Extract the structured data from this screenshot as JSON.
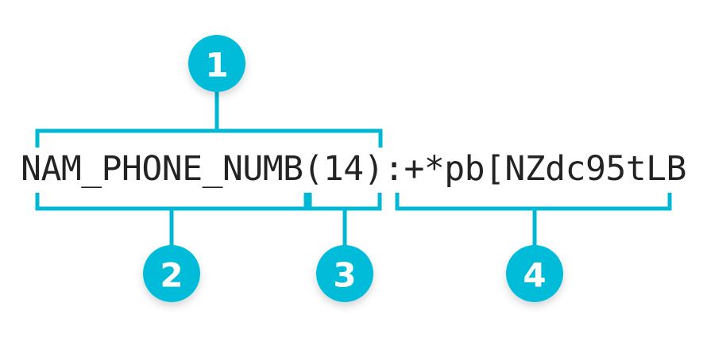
{
  "diagram": {
    "title_text": "NAM_PHONE_NUMB(14):+*pb[NZdc95tLB",
    "colors": {
      "accent": "#00bcd9",
      "bracket": "#00b8d4",
      "text": "#232323",
      "background": "#ffffff",
      "badge_label": "#ffffff"
    },
    "segments": [
      {
        "id": "1",
        "badge_label": "1",
        "covers": "NAM_PHONE_NUMB(14)",
        "position": "top"
      },
      {
        "id": "2",
        "badge_label": "2",
        "covers": "NAM_PHONE_NUMB",
        "position": "bottom"
      },
      {
        "id": "3",
        "badge_label": "3",
        "covers": "(14)",
        "position": "bottom"
      },
      {
        "id": "4",
        "badge_label": "4",
        "covers": ":+*pb[NZdc95tLB",
        "position": "bottom"
      }
    ]
  }
}
